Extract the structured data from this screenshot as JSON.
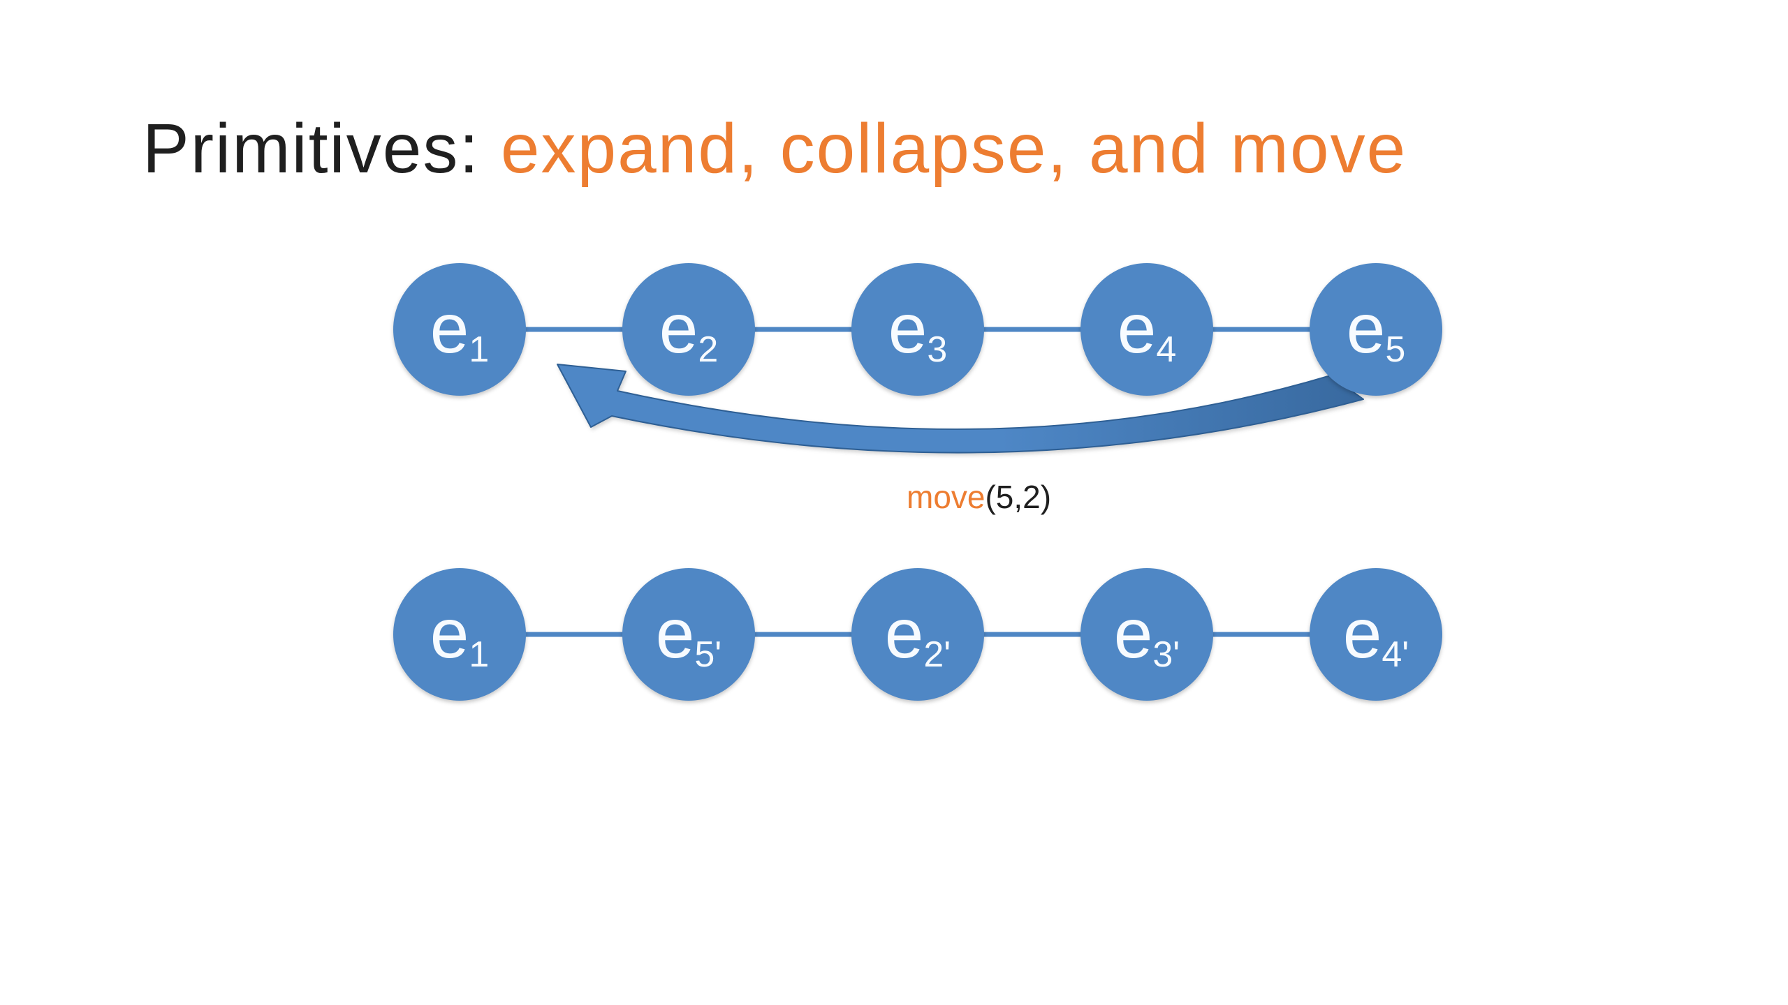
{
  "title": {
    "prefix": "Primitives: ",
    "highlight": "expand, collapse, and move"
  },
  "move_annotation": {
    "keyword": "move",
    "args": "(5,2)"
  },
  "colors": {
    "background": "#ffffff",
    "title_dark": "#1f1f1f",
    "accent_orange": "#ED7D31",
    "node_fill": "#4F87C5",
    "node_stroke": "#3D6CA3",
    "edge": "#4E86C4",
    "arrow_fill_dark": "#38699F",
    "arrow_fill_light": "#4E87C6",
    "arrow_stroke": "#2E5F94",
    "node_label_text": "#f7fbff"
  },
  "diagram": {
    "operation": "move(5,2)",
    "top_row": {
      "nodes": [
        {
          "id": "e1",
          "base": "e",
          "sub": "1"
        },
        {
          "id": "e2",
          "base": "e",
          "sub": "2"
        },
        {
          "id": "e3",
          "base": "e",
          "sub": "3"
        },
        {
          "id": "e4",
          "base": "e",
          "sub": "4"
        },
        {
          "id": "e5",
          "base": "e",
          "sub": "5"
        }
      ]
    },
    "bottom_row": {
      "nodes": [
        {
          "id": "e1",
          "base": "e",
          "sub": "1"
        },
        {
          "id": "e5p",
          "base": "e",
          "sub": "5'"
        },
        {
          "id": "e2p",
          "base": "e",
          "sub": "2'"
        },
        {
          "id": "e3p",
          "base": "e",
          "sub": "3'"
        },
        {
          "id": "e4p",
          "base": "e",
          "sub": "4'"
        }
      ]
    }
  }
}
